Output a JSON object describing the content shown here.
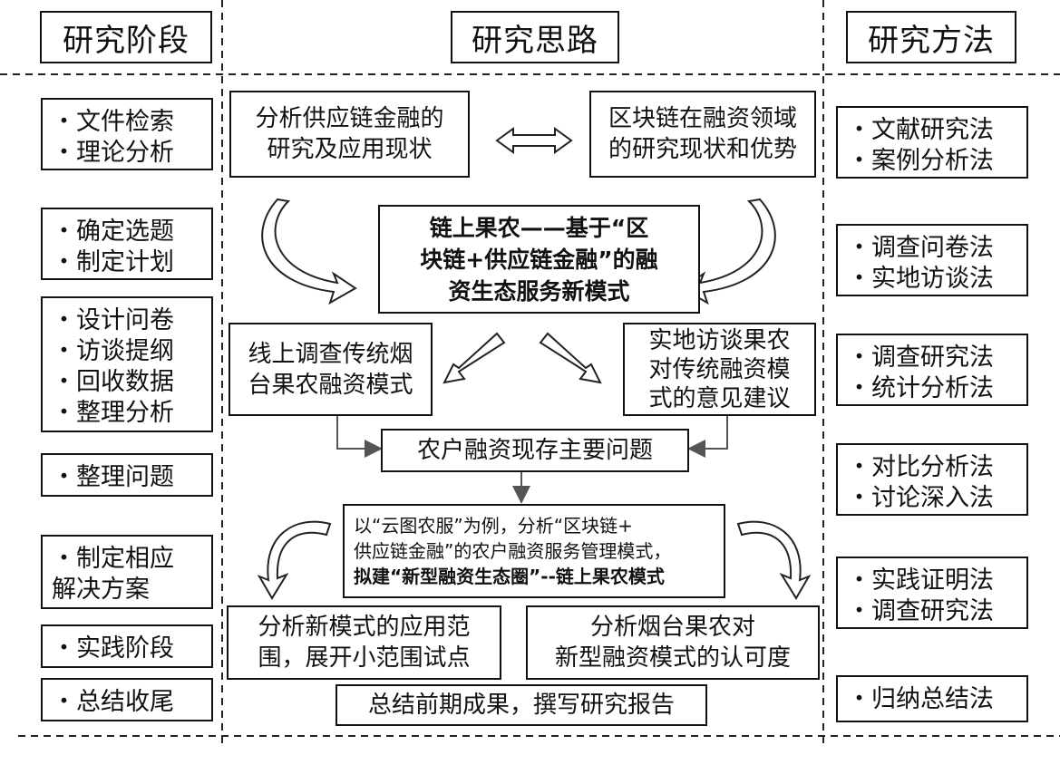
{
  "headers": {
    "stage": "研究阶段",
    "approach": "研究思路",
    "method": "研究方法"
  },
  "stages": [
    {
      "lines": [
        "・文件检索",
        "・理论分析"
      ]
    },
    {
      "lines": [
        "・确定选题",
        "・制定计划"
      ]
    },
    {
      "lines": [
        "・设计问卷",
        "・访谈提纲",
        "・回收数据",
        "・整理分析"
      ]
    },
    {
      "lines": [
        "・整理问题"
      ]
    },
    {
      "lines": [
        "・制定相应",
        "解决方案"
      ]
    },
    {
      "lines": [
        "・实践阶段"
      ]
    },
    {
      "lines": [
        "・总结收尾"
      ]
    }
  ],
  "methods": [
    {
      "lines": [
        "・文献研究法",
        "・案例分析法"
      ]
    },
    {
      "lines": [
        "・调查问卷法",
        "・实地访谈法"
      ]
    },
    {
      "lines": [
        "・调查研究法",
        "・统计分析法"
      ]
    },
    {
      "lines": [
        "・对比分析法",
        "・讨论深入法"
      ]
    },
    {
      "lines": [
        "・实践证明法",
        "・调查研究法"
      ]
    },
    {
      "lines": [
        "・归纳总结法"
      ]
    }
  ],
  "flow": {
    "top_left": [
      "分析供应链金融的",
      "研究及应用现状"
    ],
    "top_right": [
      "区块链在融资领域",
      "的研究现状和优势"
    ],
    "center": [
      "链上果农——基于“区",
      "块链+供应链金融”的融",
      "资生态服务新模式"
    ],
    "mid_left": [
      "线上调查传统烟",
      "台果农融资模式"
    ],
    "mid_right": [
      "实地访谈果农",
      "对传统融资模",
      "式的意见建议"
    ],
    "problem": "农户融资现存主要问题",
    "case": [
      "以“云图农服”为例，分析“区块链+",
      "供应链金融”的农户融资服务管理模式，",
      "拟建“新型融资生态圈”--链上果农模式"
    ],
    "bottom_left": [
      "分析新模式的应用范",
      "围，展开小范围试点"
    ],
    "bottom_right": [
      "分析烟台果农对",
      "新型融资模式的认可度"
    ],
    "summary": "总结前期成果，撰写研究报告"
  }
}
